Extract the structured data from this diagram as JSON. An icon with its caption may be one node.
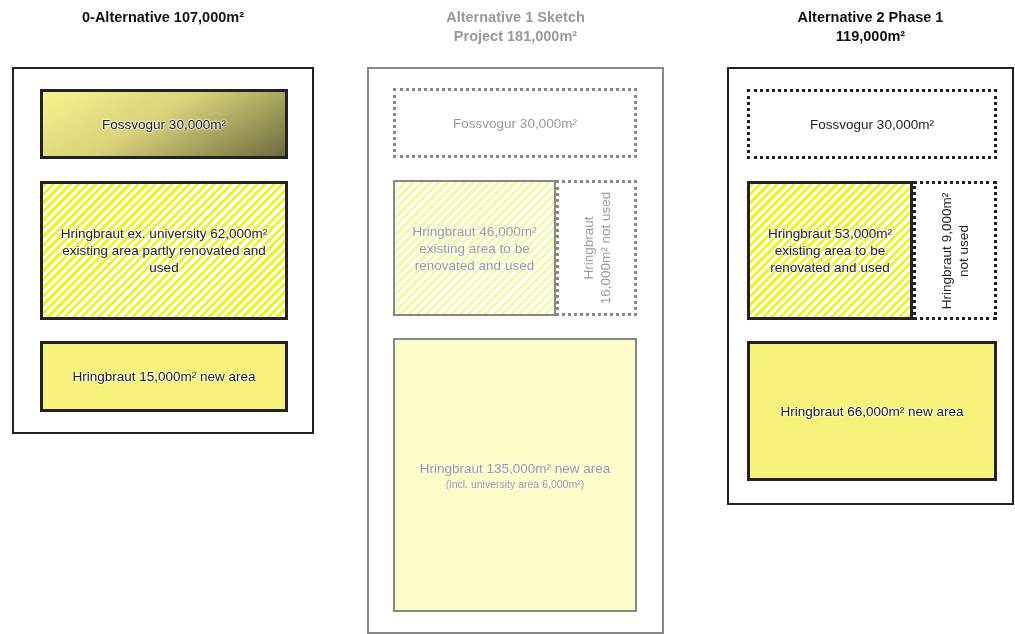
{
  "diagram": {
    "nodes": [
      {
        "text": [
          "0-Alternative 107,000m²"
        ]
      },
      {
        "text": [
          "Fossvogur 30,000m²"
        ],
        "in": 0
      },
      {
        "text": [
          "Hringbraut ex. university 62,000m² existing area partly renovated and used"
        ],
        "in": 0
      },
      {
        "text": [
          "Hringbraut 15,000m² new area"
        ],
        "in": 0
      },
      {
        "text": [
          "Alternative 1 Sketch Project 181,000m²"
        ]
      },
      {
        "text": [
          "Fossvogur 30,000m²"
        ],
        "in": 4
      },
      {
        "text": [
          "Hringbraut 46,000m² existing area to be renovated and used"
        ],
        "in": 4
      },
      {
        "text": [
          "Hringbraut 16,000m² not used"
        ],
        "in": 4
      },
      {
        "text": [
          "Hringbraut 135,000m² new area",
          "(incl. university area 6,000m²)"
        ],
        "in": 4
      },
      {
        "text": [
          "Alternative 2 Phase 1 119,000m²"
        ]
      },
      {
        "text": [
          "Fossvogur 30,000m²"
        ],
        "in": 9
      },
      {
        "text": [
          "Hringbraut 53,000m² existing area to be renovated and used"
        ],
        "in": 9
      },
      {
        "text": [
          "Hringbraut 9,000m² not used"
        ],
        "in": 9
      },
      {
        "text": [
          "Hringbraut 66,000m² new area"
        ],
        "in": 9
      }
    ]
  }
}
